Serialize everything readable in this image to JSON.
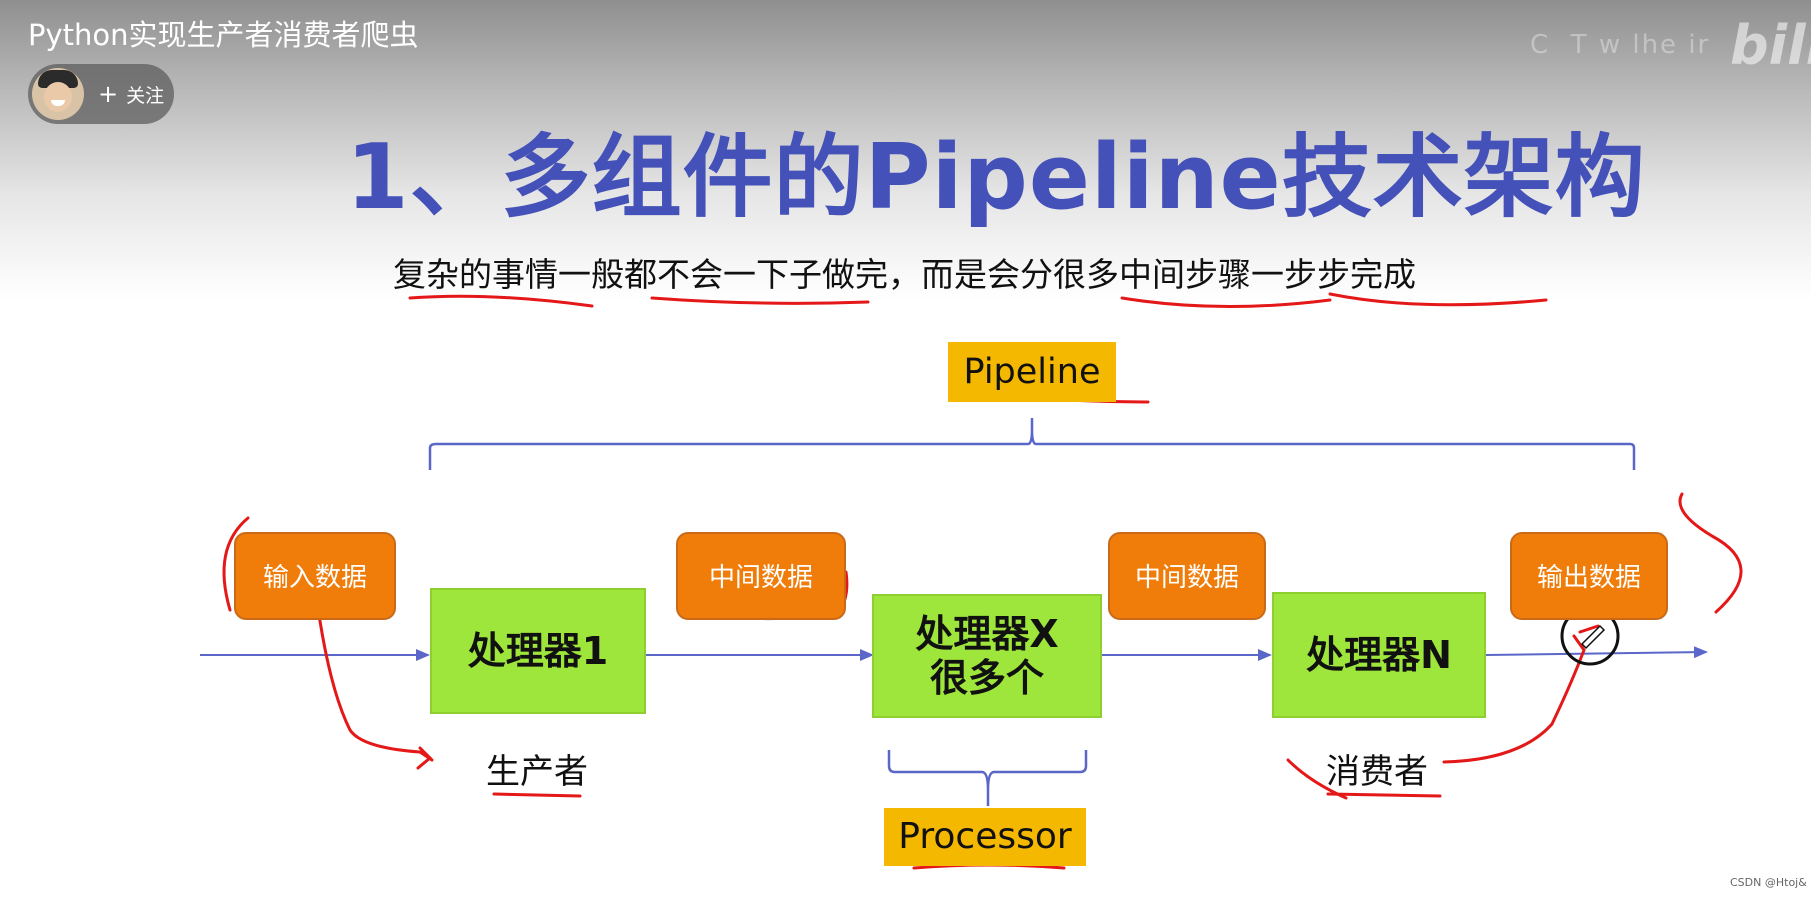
{
  "video": {
    "title": "Python实现生产者消费者爬虫",
    "follow_label": "关注",
    "follow_icon": "plus-icon",
    "watermark_text": "C  T w lhe ir",
    "logo_text": "bili"
  },
  "slide": {
    "title": "1、多组件的Pipeline技术架构",
    "subtitle": "复杂的事情一般都不会一下子做完，而是会分很多中间步骤一步步完成",
    "pipeline_label": "Pipeline",
    "processor_label": "Processor",
    "data_boxes": [
      "输入数据",
      "中间数据",
      "中间数据",
      "输出数据"
    ],
    "processors": [
      {
        "lines": [
          "处理器1"
        ]
      },
      {
        "lines": [
          "处理器X",
          "很多个"
        ]
      },
      {
        "lines": [
          "处理器N"
        ]
      }
    ],
    "producer_label": "生产者",
    "consumer_label": "消费者"
  },
  "footer": {
    "credit": "CSDN @Htoj&"
  },
  "colors": {
    "title_blue": "#4451b8",
    "arrow_blue": "#5a67c8",
    "data_orange": "#f07d0a",
    "processor_green": "#9ee53c",
    "label_yellow": "#f5b800",
    "annotation_red": "#e41818"
  }
}
